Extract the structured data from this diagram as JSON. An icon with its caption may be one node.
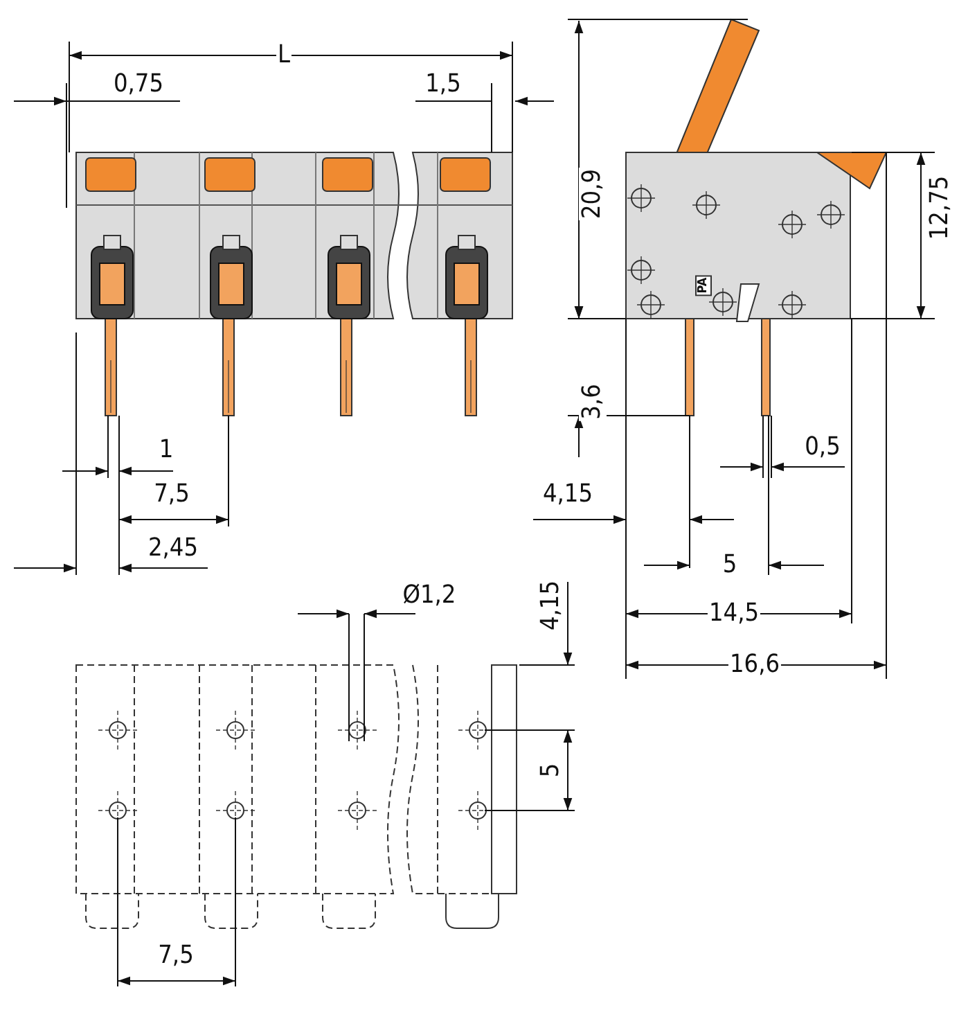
{
  "diagram": {
    "labels": [
      "L",
      "0,75",
      "1,5",
      "20,9",
      "12,75",
      "PA",
      "3,6",
      "1",
      "0,5",
      "7,5",
      "4,15",
      "2,45",
      "5",
      "Ø1,2",
      "4,15",
      "14,5",
      "16,6",
      "5",
      "7,5"
    ]
  }
}
